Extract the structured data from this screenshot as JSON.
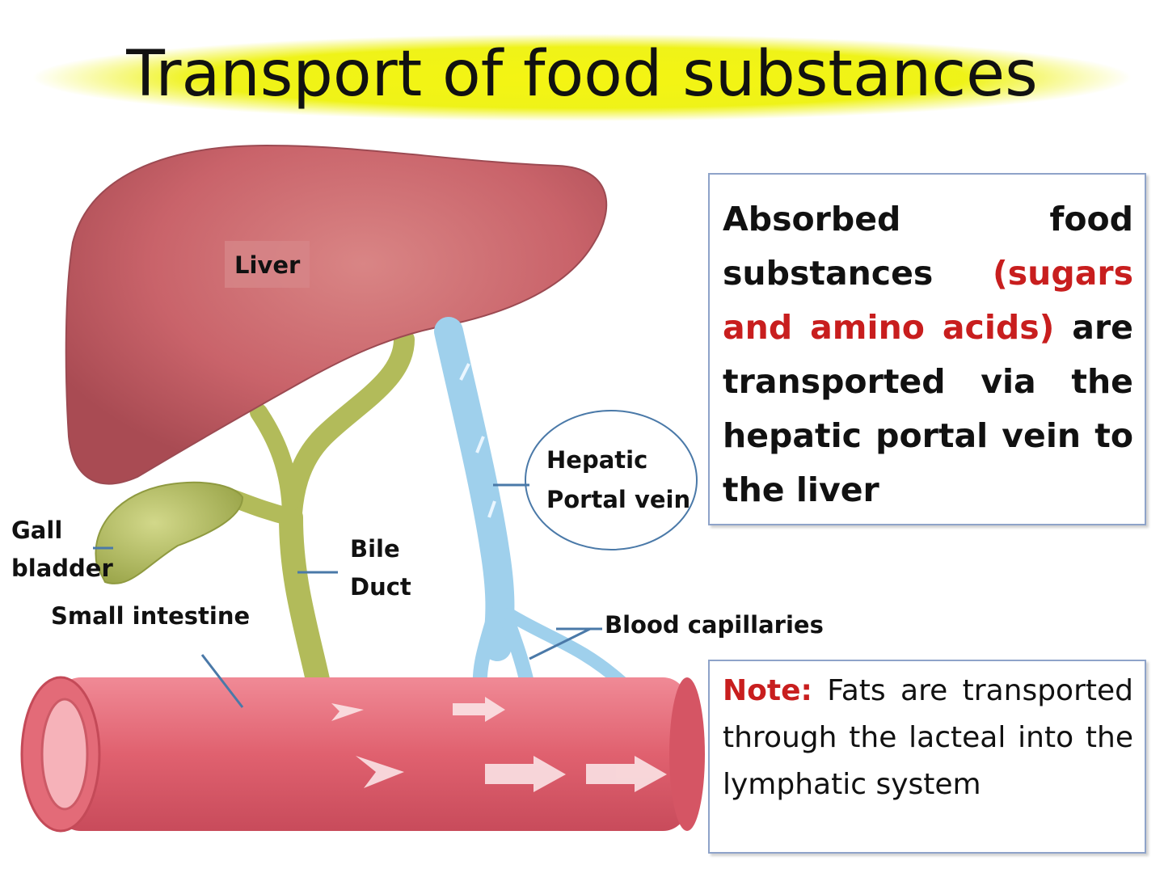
{
  "title": "Transport of food substances",
  "labels": {
    "liver": "Liver",
    "gall_bladder_line1": "Gall",
    "gall_bladder_line2": "bladder",
    "bile_duct_line1": "Bile",
    "bile_duct_line2": "Duct",
    "hepatic_portal_line1": "Hepatic",
    "hepatic_portal_line2": "Portal vein",
    "small_intestine": "Small intestine",
    "blood_capillaries": "Blood capillaries"
  },
  "info_box": {
    "part1": "Absorbed food substances ",
    "highlight": "(sugars and amino acids)",
    "part2": " are transported via the hepatic portal vein to the liver"
  },
  "note_box": {
    "note_label": "Note:",
    "text": " Fats are transported through the lacteal into the lymphatic system"
  },
  "colors": {
    "title_highlight": "#f2f20a",
    "liver": "#c9636a",
    "intestine": "#e0616f",
    "bile": "#b7c062",
    "vein": "#9fd0ec",
    "highlight_text": "#c81e1e",
    "box_border": "#8ea3c9"
  }
}
